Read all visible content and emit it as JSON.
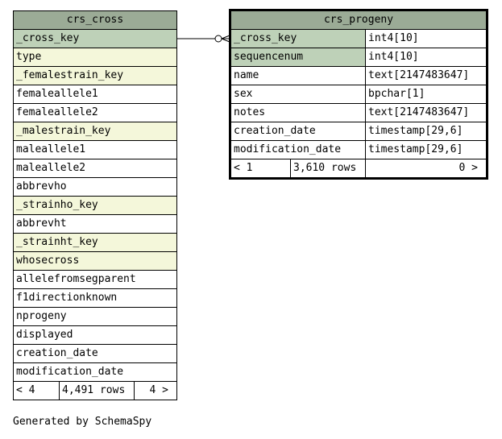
{
  "crs_cross": {
    "title": "crs_cross",
    "rows": [
      {
        "name": "_cross_key",
        "kind": "pk"
      },
      {
        "name": "type",
        "kind": "fk"
      },
      {
        "name": "_femalestrain_key",
        "kind": "fk"
      },
      {
        "name": "femaleallele1",
        "kind": "col"
      },
      {
        "name": "femaleallele2",
        "kind": "col"
      },
      {
        "name": "_malestrain_key",
        "kind": "fk"
      },
      {
        "name": "maleallele1",
        "kind": "col"
      },
      {
        "name": "maleallele2",
        "kind": "col"
      },
      {
        "name": "abbrevho",
        "kind": "col"
      },
      {
        "name": "_strainho_key",
        "kind": "fk"
      },
      {
        "name": "abbrevht",
        "kind": "col"
      },
      {
        "name": "_strainht_key",
        "kind": "fk"
      },
      {
        "name": "whosecross",
        "kind": "fk"
      },
      {
        "name": "allelefromsegparent",
        "kind": "col"
      },
      {
        "name": "f1directionknown",
        "kind": "col"
      },
      {
        "name": "nprogeny",
        "kind": "col"
      },
      {
        "name": "displayed",
        "kind": "col"
      },
      {
        "name": "creation_date",
        "kind": "col"
      },
      {
        "name": "modification_date",
        "kind": "col"
      }
    ],
    "footer": {
      "parents": "< 4",
      "rows": "4,491 rows",
      "children": "4 >"
    }
  },
  "crs_progeny": {
    "title": "crs_progeny",
    "rows": [
      {
        "name": "_cross_key",
        "type": "int4[10]",
        "kind": "pk"
      },
      {
        "name": "sequencenum",
        "type": "int4[10]",
        "kind": "pk"
      },
      {
        "name": "name",
        "type": "text[2147483647]",
        "kind": "col"
      },
      {
        "name": "sex",
        "type": "bpchar[1]",
        "kind": "col"
      },
      {
        "name": "notes",
        "type": "text[2147483647]",
        "kind": "col"
      },
      {
        "name": "creation_date",
        "type": "timestamp[29,6]",
        "kind": "col"
      },
      {
        "name": "modification_date",
        "type": "timestamp[29,6]",
        "kind": "col"
      }
    ],
    "footer": {
      "parents": "< 1",
      "rows": "3,610 rows",
      "children": "0 >"
    }
  },
  "generated_by": "Generated by SchemaSpy",
  "colors": {
    "header": "#9bab96",
    "primary_key": "#bed1b8",
    "foreign_key": "#f4f7da",
    "column": "#ffffff"
  }
}
